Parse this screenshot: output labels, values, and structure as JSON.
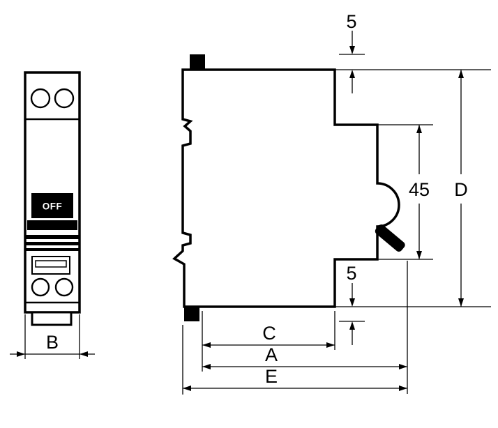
{
  "drawing": {
    "subject": "miniature-circuit-breaker-dimension-drawing",
    "colors": {
      "line": "#000000",
      "background": "#ffffff"
    }
  },
  "front_view": {
    "switch_state_label": "OFF",
    "dimensions": {
      "width": "B"
    }
  },
  "side_view": {
    "dimensions": {
      "top_clamp_protrusion": "5",
      "front_section_height": "45",
      "overall_height": "D",
      "bottom_clamp_protrusion": "5",
      "front_depth": "C",
      "body_depth": "A",
      "overall_depth": "E"
    }
  }
}
